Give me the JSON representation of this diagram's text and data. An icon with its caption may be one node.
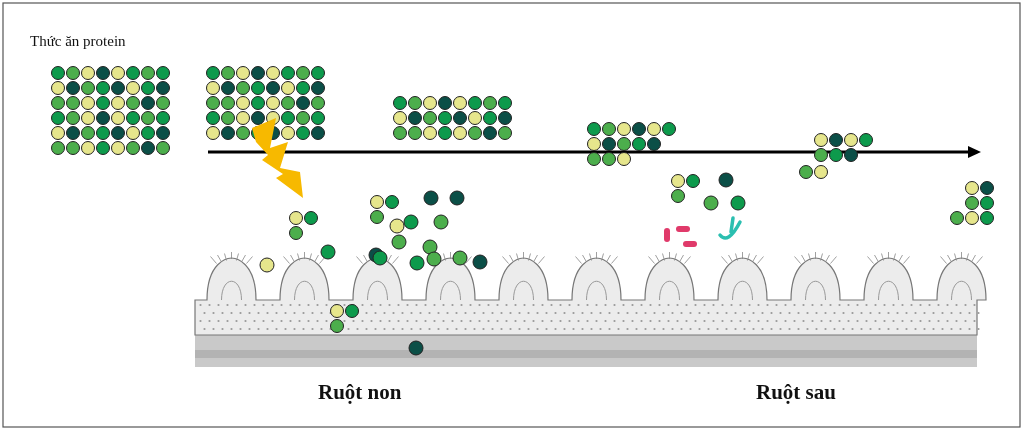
{
  "diagram": {
    "labels": [
      "Thức ăn protein",
      "Ruột non",
      "Ruột sau"
    ]
  }
}
